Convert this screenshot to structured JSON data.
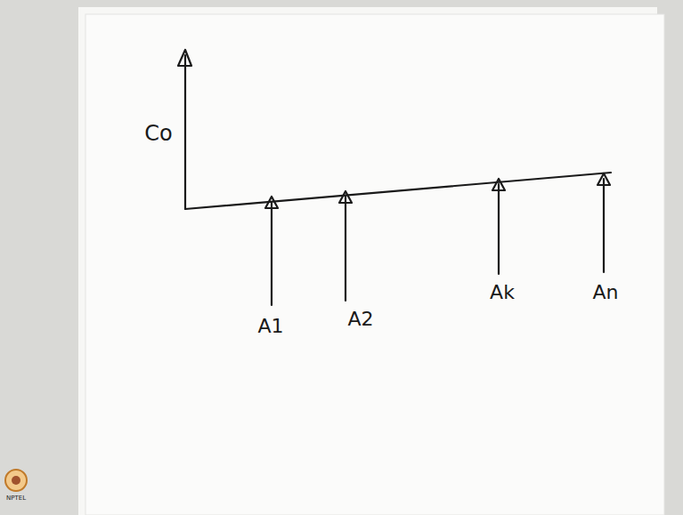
{
  "diagram": {
    "labels": [
      "Co",
      "A1",
      "A2",
      "Ak",
      "An",
      "NPTEL"
    ]
  }
}
